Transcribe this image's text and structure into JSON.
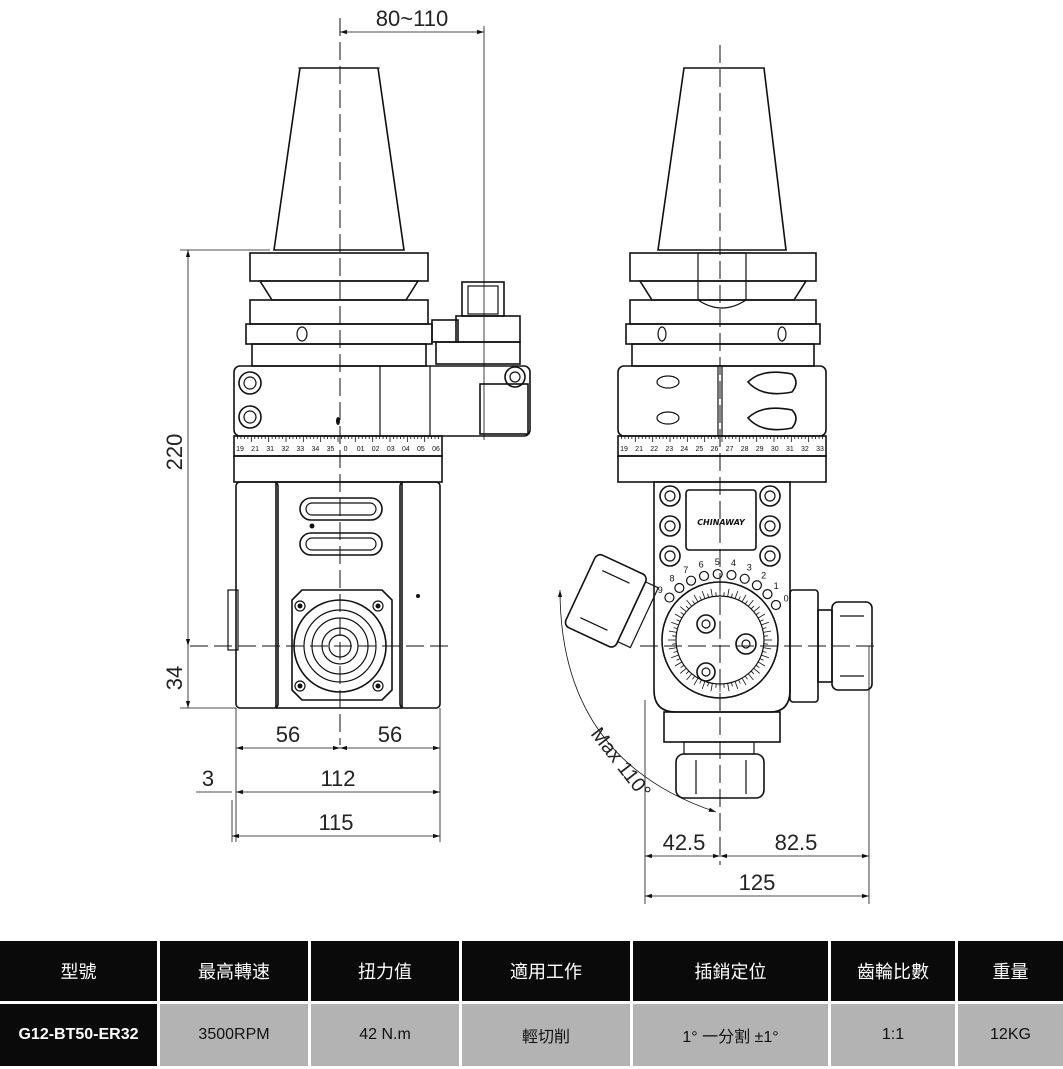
{
  "dimensions": {
    "top": "80~110",
    "height_total": "220",
    "height_low": "34",
    "left_half": "56",
    "right_half": "56",
    "offset": "3",
    "width_inner": "112",
    "width_outer": "115",
    "swing": "Max 110°",
    "right_left": "42.5",
    "right_right": "82.5",
    "right_total": "125"
  },
  "scale_left": [
    "19",
    "21",
    "31",
    "32",
    "33",
    "34",
    "35",
    "0",
    "01",
    "02",
    "03",
    "04",
    "05",
    "06"
  ],
  "scale_right": [
    "19",
    "21",
    "22",
    "23",
    "24",
    "25",
    "26",
    "27",
    "28",
    "29",
    "30",
    "31",
    "32",
    "33"
  ],
  "index_numbers": [
    "5",
    "4",
    "6",
    "3",
    "7",
    "2",
    "8",
    "1",
    "9",
    "0"
  ],
  "brand": "CHINAWAY",
  "table": {
    "headers": [
      "型號",
      "最高轉速",
      "扭力值",
      "適用工作",
      "插銷定位",
      "齒輪比數",
      "重量"
    ],
    "row": [
      "G12-BT50-ER32",
      "3500RPM",
      "42 N.m",
      "輕切削",
      "1°  一分割  ±1°",
      "1:1",
      "12KG"
    ]
  }
}
